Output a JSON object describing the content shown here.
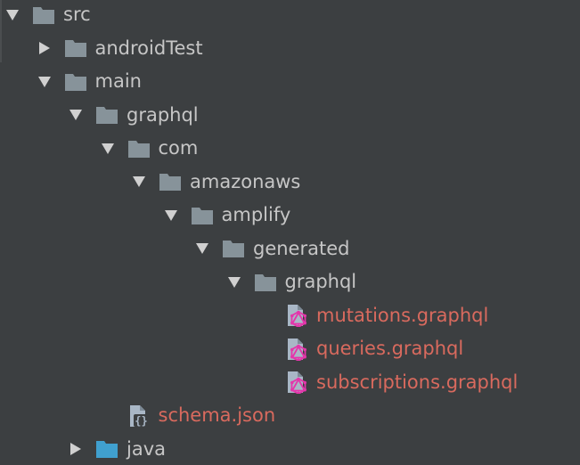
{
  "colors": {
    "background": "#3c3f41",
    "folder": "#87939a",
    "source_folder": "#40a0cf",
    "text": "#c6c6c6",
    "file_text": "#d96a5e",
    "graphql_icon": "#e535ab"
  },
  "tree": [
    {
      "label": "src",
      "kind": "folder",
      "state": "expanded",
      "depth": 0
    },
    {
      "label": "androidTest",
      "kind": "folder",
      "state": "collapsed",
      "depth": 1
    },
    {
      "label": "main",
      "kind": "folder",
      "state": "expanded",
      "depth": 1
    },
    {
      "label": "graphql",
      "kind": "folder",
      "state": "expanded",
      "depth": 2
    },
    {
      "label": "com",
      "kind": "folder",
      "state": "expanded",
      "depth": 3
    },
    {
      "label": "amazonaws",
      "kind": "folder",
      "state": "expanded",
      "depth": 4
    },
    {
      "label": "amplify",
      "kind": "folder",
      "state": "expanded",
      "depth": 5
    },
    {
      "label": "generated",
      "kind": "folder",
      "state": "expanded",
      "depth": 6
    },
    {
      "label": "graphql",
      "kind": "folder",
      "state": "expanded",
      "depth": 7
    },
    {
      "label": "mutations.graphql",
      "kind": "graphql-file",
      "state": "leaf",
      "depth": 8
    },
    {
      "label": "queries.graphql",
      "kind": "graphql-file",
      "state": "leaf",
      "depth": 8
    },
    {
      "label": "subscriptions.graphql",
      "kind": "graphql-file",
      "state": "leaf",
      "depth": 8
    },
    {
      "label": "schema.json",
      "kind": "json-file",
      "state": "leaf",
      "depth": 3
    },
    {
      "label": "java",
      "kind": "source-folder",
      "state": "collapsed",
      "depth": 2
    }
  ]
}
